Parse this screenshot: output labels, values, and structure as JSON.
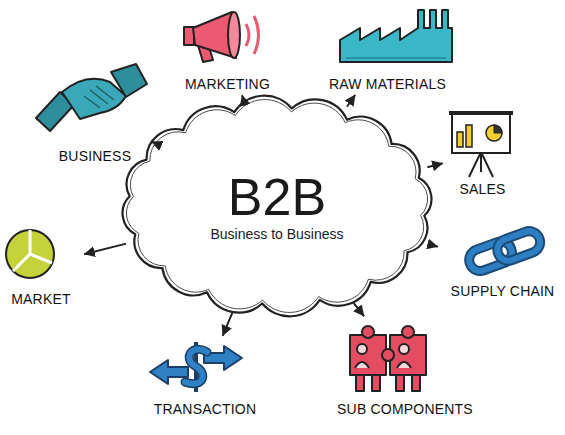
{
  "diagram": {
    "nodes": [
      {
        "text": [
          "B2B",
          "Business to Business"
        ]
      },
      {
        "text": [
          "MARKETING"
        ]
      },
      {
        "text": [
          "RAW MATERIALS"
        ]
      },
      {
        "text": [
          "BUSINESS"
        ]
      },
      {
        "text": [
          "SALES"
        ]
      },
      {
        "text": [
          "SUPPLY CHAIN"
        ]
      },
      {
        "text": [
          "SUB COMPONENTS"
        ]
      },
      {
        "text": [
          "TRANSACTION"
        ]
      },
      {
        "text": [
          "MARKET"
        ]
      }
    ],
    "edges": [
      {
        "from": 0,
        "to": 1,
        "arrow": "to"
      },
      {
        "from": 0,
        "to": 2,
        "arrow": "to"
      },
      {
        "from": 0,
        "to": 3,
        "arrow": "to"
      },
      {
        "from": 0,
        "to": 4,
        "arrow": "to"
      },
      {
        "from": 0,
        "to": 5,
        "arrow": "to"
      },
      {
        "from": 0,
        "to": 6,
        "arrow": "to"
      },
      {
        "from": 0,
        "to": 7,
        "arrow": "to"
      },
      {
        "from": 0,
        "to": 8,
        "arrow": "to"
      }
    ]
  }
}
